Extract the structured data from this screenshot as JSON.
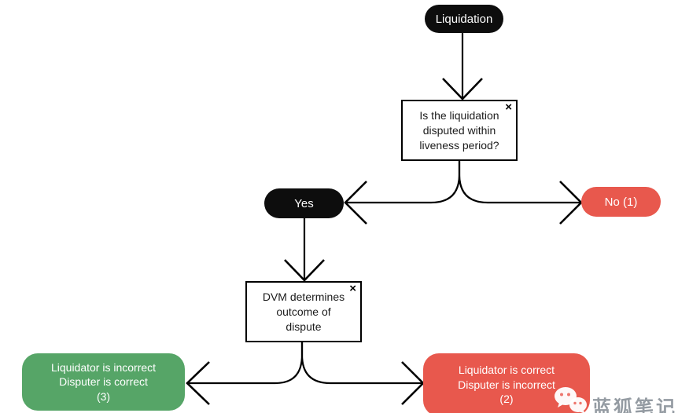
{
  "flowchart": {
    "start": {
      "label": "Liquidation"
    },
    "question": {
      "text": "Is the liquidation\ndisputed within\nliveness period?"
    },
    "yes": {
      "label": "Yes"
    },
    "no": {
      "label": "No (1)"
    },
    "dvm": {
      "text": "DVM determines\noutcome of\ndispute"
    },
    "outcome_left": {
      "text": "Liquidator is incorrect\nDisputer is correct\n(3)"
    },
    "outcome_right": {
      "text": "Liquidator is correct\nDisputer is incorrect\n(2)"
    }
  },
  "icons": {
    "close": "×",
    "wechat": "wechat-icon"
  },
  "watermark": {
    "text": "蓝狐笔记"
  },
  "colors": {
    "node_black": "#0d0d0d",
    "danger_red": "#e8584d",
    "success_green": "#56a567",
    "connector": "#000000",
    "watermark_gray": "#8e969d"
  }
}
